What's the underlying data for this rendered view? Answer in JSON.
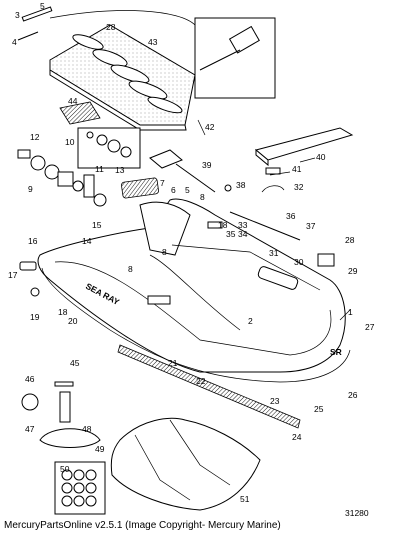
{
  "figure_number": "31280",
  "caption": "MercuryPartsOnline v2.5.1 (Image Copyright- Mercury Marine)",
  "boat_text": {
    "hull_name": "SEA RAY",
    "hull_model": "SR"
  },
  "callouts": [
    "1",
    "2",
    "3",
    "4",
    "5",
    "6",
    "7",
    "8",
    "9",
    "10",
    "11",
    "12",
    "13",
    "14",
    "15",
    "16",
    "17",
    "18",
    "19",
    "20",
    "21",
    "22",
    "23",
    "24",
    "25",
    "26",
    "27",
    "28",
    "29",
    "30",
    "31",
    "32",
    "33",
    "34",
    "35",
    "36",
    "37",
    "38",
    "39",
    "40",
    "41",
    "42",
    "43",
    "44",
    "45",
    "46",
    "47",
    "48",
    "49",
    "50",
    "51"
  ]
}
